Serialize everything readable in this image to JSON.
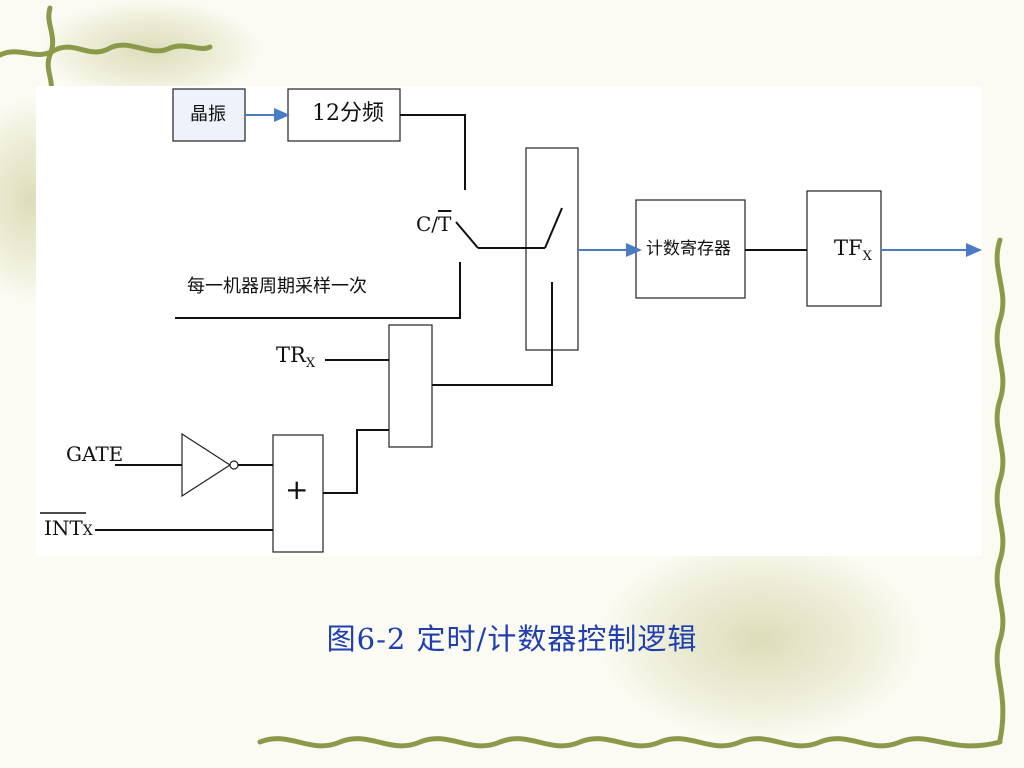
{
  "diagram": {
    "oscillator_label": "晶振",
    "divider_label": "12分频",
    "ct_label_prefix": "C/",
    "ct_label_bar": "T",
    "sample_note": "每一机器周期采样一次",
    "tr_label": "TR",
    "tr_subscript": "X",
    "gate_label": "GATE",
    "int_label": "INT",
    "int_subscript": "X",
    "or_gate_symbol": "+",
    "counter_register_label": "计数寄存器",
    "tf_label": "TF",
    "tf_subscript": "X"
  },
  "caption": "图6-2  定时/计数器控制逻辑",
  "colors": {
    "arrow_blue": "#4a7cc4",
    "oscillator_fill": "#eef2fa",
    "caption_blue": "#1f3fb0",
    "vine_green": "#8b9a4a"
  }
}
